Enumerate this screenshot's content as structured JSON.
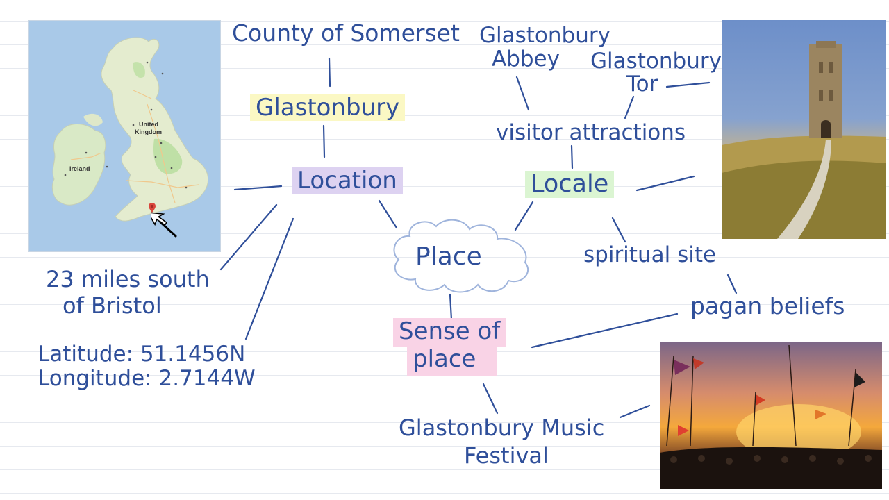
{
  "colors": {
    "ink": "#2f4f9a",
    "highlight_yellow": "#fbf8c4",
    "highlight_purple": "#ddd2f1",
    "highlight_green": "#dbf5d2",
    "highlight_pink": "#f9d3e6",
    "cloud_outline": "#9fb4dc"
  },
  "center": {
    "label": "Place"
  },
  "location": {
    "label": "Location",
    "town": "Glastonbury",
    "county": "County of Somerset",
    "distance_line1": "23 miles south",
    "distance_line2": "of Bristol",
    "latitude": "Latitude: 51.1456N",
    "longitude": "Longitude: 2.7144W"
  },
  "locale": {
    "label": "Locale",
    "attractions": "visitor attractions",
    "abbey_line1": "Glastonbury",
    "abbey_line2": "Abbey",
    "tor_line1": "Glastonbury",
    "tor_line2": "Tor",
    "spiritual": "spiritual site"
  },
  "sense_of_place": {
    "line1": "Sense of",
    "line2": "place",
    "beliefs": "pagan beliefs",
    "festival_line1": "Glastonbury Music",
    "festival_line2": "Festival"
  },
  "map": {
    "country_line1": "United",
    "country_line2": "Kingdom",
    "ireland": "Ireland"
  },
  "icons": {
    "map_pin": "map-pin-icon",
    "cursor": "pointer-cursor-icon"
  }
}
